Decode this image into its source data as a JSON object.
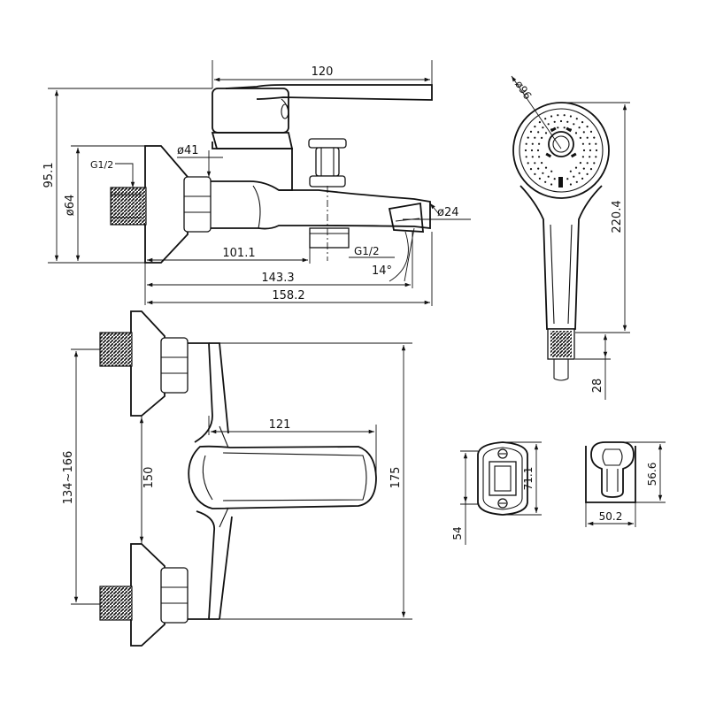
{
  "drawing": {
    "stroke_color": "#111111",
    "background": "#ffffff",
    "side_view": {
      "dim_width_top": "120",
      "dim_height": "95.1",
      "dim_flange": "ø64",
      "dim_body": "ø41",
      "dim_spout": "ø24",
      "dim_offset": "101.1",
      "dim_reach": "143.3",
      "dim_total": "158.2",
      "thread_inlet": "G1/2",
      "thread_outlet": "G1/2",
      "angle": "14°"
    },
    "front_view": {
      "dim_centers": "134~166",
      "dim_flange_span": "150",
      "dim_lever": "121",
      "dim_height": "175"
    },
    "hand_shower": {
      "dim_head": "ø96",
      "dim_length": "220.4",
      "dim_hose": "28"
    },
    "holder_front": {
      "dim_height": "71.1",
      "dim_base": "54"
    },
    "holder_side": {
      "dim_height": "56.6",
      "dim_width": "50.2"
    }
  }
}
